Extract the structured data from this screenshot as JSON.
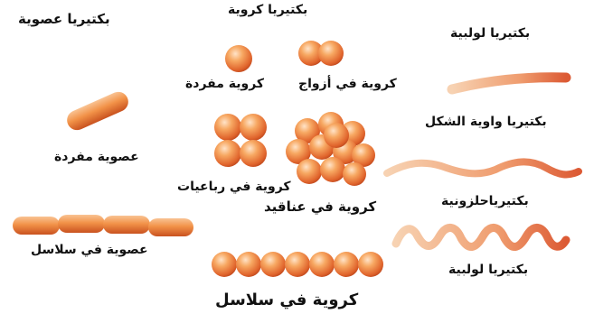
{
  "headings": {
    "rod": "بكتيريا عصوية",
    "coccus": "بكتيريا كروية",
    "spiral": "بكتيريا لولبية"
  },
  "labels": {
    "single_coccus": "كروية مفردة",
    "diplococcus": "كروية في أزواج",
    "tetrad": "كروية في رباعيات",
    "staphylococcus": "كروية في عناقيد",
    "streptococcus": "كروية في سلاسل",
    "single_rod": "عصوية مفردة",
    "streptobacillus": "عصوية في سلاسل",
    "vibrio": "بكتيريا واوية الشكل",
    "spirochete": "بكتيرياحلزونية",
    "spirillum": "بكتيريا لولبية"
  },
  "colors": {
    "coccus_light": "#ffd2a8",
    "coccus_mid": "#f39a50",
    "coccus_dark": "#d24a1c",
    "rod_fill": "#f2924c",
    "rod_edge": "#c9521f",
    "spiral_light": "#f7c9a6",
    "spiral_dark": "#e0663a"
  }
}
